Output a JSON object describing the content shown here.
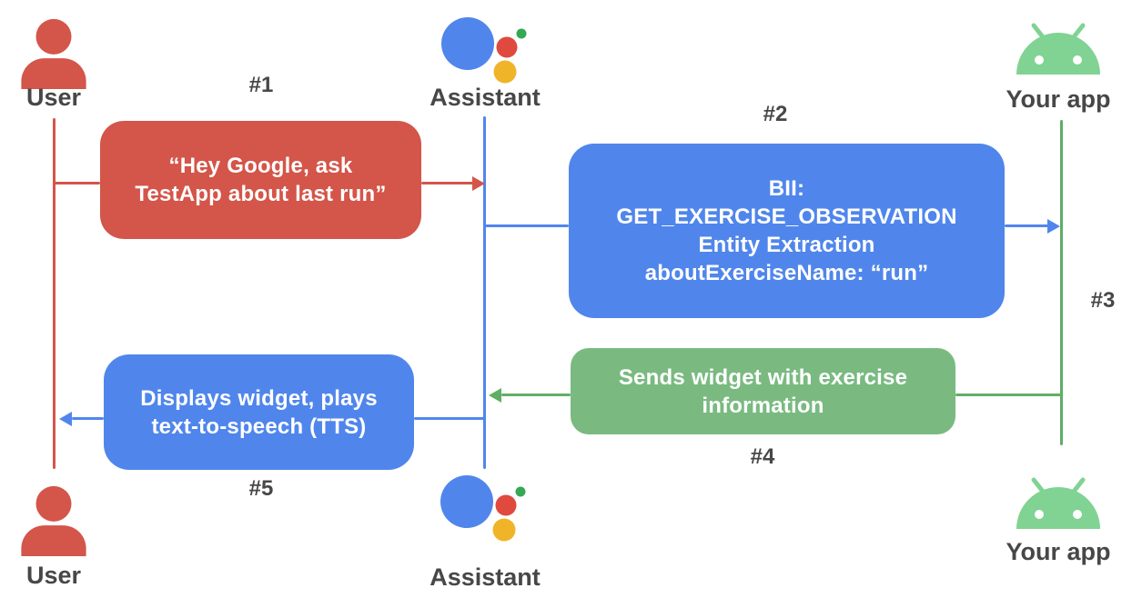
{
  "colors": {
    "red": "#d45549",
    "blue": "#5086ec",
    "green_box": "#7aba81",
    "green_line": "#5fae66",
    "android_green": "#80d392",
    "label_gray": "#474747"
  },
  "actors": {
    "user_top": {
      "label": "User"
    },
    "assistant_top": {
      "label": "Assistant"
    },
    "app_top": {
      "label": "Your app"
    },
    "user_bottom": {
      "label": "User"
    },
    "assistant_bottom": {
      "label": "Assistant"
    },
    "app_bottom": {
      "label": "Your app"
    }
  },
  "steps": {
    "s1": {
      "label": "#1",
      "lines": [
        "“Hey Google, ask",
        "TestApp about last run”"
      ]
    },
    "s2": {
      "label": "#2",
      "lines": [
        "BII:",
        "GET_EXERCISE_OBSERVATION",
        "Entity Extraction",
        "aboutExerciseName: “run”"
      ]
    },
    "s3": {
      "label": "#3"
    },
    "s4": {
      "label": "#4",
      "lines": [
        "Sends widget with exercise",
        "information"
      ]
    },
    "s5": {
      "label": "#5",
      "lines": [
        "Displays widget, plays",
        "text-to-speech (TTS)"
      ]
    }
  }
}
